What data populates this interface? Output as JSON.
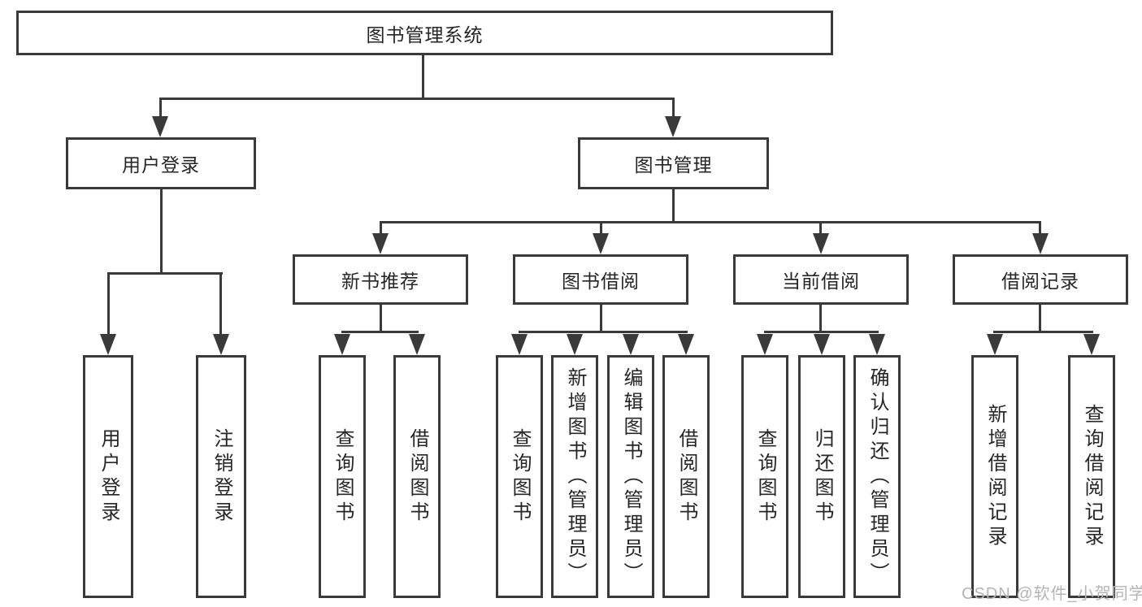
{
  "diagram": {
    "root_label": "图书管理系统",
    "level1": {
      "user_login": "用户登录",
      "book_mgmt": "图书管理"
    },
    "level2": {
      "recommend": "新书推荐",
      "borrow": "图书借阅",
      "current": "当前借阅",
      "records": "借阅记录"
    },
    "leaves": {
      "login": [
        "用户登录",
        "注销登录"
      ],
      "recommend": [
        "查询图书",
        "借阅图书"
      ],
      "borrow": [
        "查询图书",
        "新增图书（管理员）",
        "编辑图书（管理员）",
        "借阅图书"
      ],
      "current": [
        "查询图书",
        "归还图书",
        "确认归还（管理员）"
      ],
      "records": [
        "新增借阅记录",
        "查询借阅记录"
      ]
    }
  },
  "watermark": "CSDN @软件_小贺同学",
  "colors": {
    "line": "#3a3a3a",
    "text": "#262626",
    "watermark": "#b5b5b5"
  }
}
